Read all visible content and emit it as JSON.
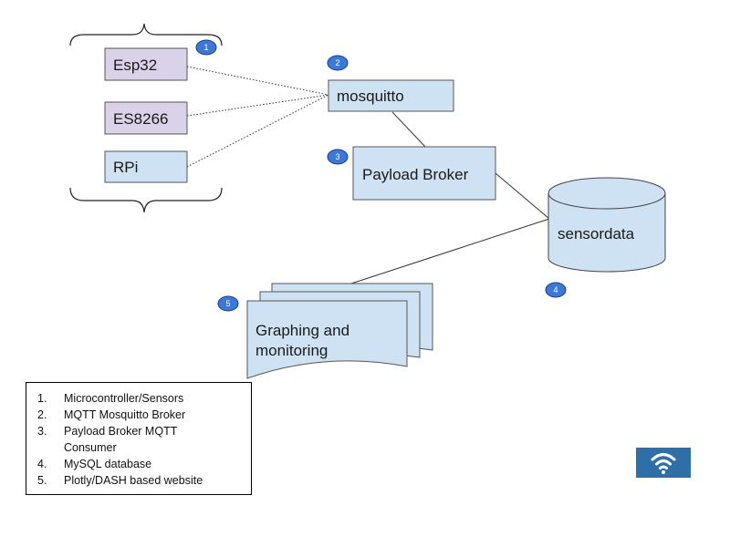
{
  "nodes": {
    "esp32": "Esp32",
    "es8266": "ES8266",
    "rpi": "RPi",
    "mosquitto": "mosquitto",
    "payload_broker": "Payload Broker",
    "sensordata": "sensordata",
    "graphing_line1": "Graphing and",
    "graphing_line2": "monitoring"
  },
  "badges": [
    "1",
    "2",
    "3",
    "4",
    "5"
  ],
  "legend": {
    "items": [
      {
        "num": "1.",
        "text": "Microcontroller/Sensors"
      },
      {
        "num": "2.",
        "text": "MQTT Mosquitto Broker"
      },
      {
        "num": "3.",
        "text": "Payload Broker MQTT Consumer"
      },
      {
        "num": "4.",
        "text": "MySQL database"
      },
      {
        "num": "5.",
        "text": "Plotly/DASH based website"
      }
    ]
  },
  "colors": {
    "lavender": "#d9d2e9",
    "light_blue": "#cfe2f3",
    "badge_blue": "#3c78d8",
    "wifi_blue": "#2f6fa8"
  },
  "icons": {
    "wifi": "wifi-icon"
  }
}
